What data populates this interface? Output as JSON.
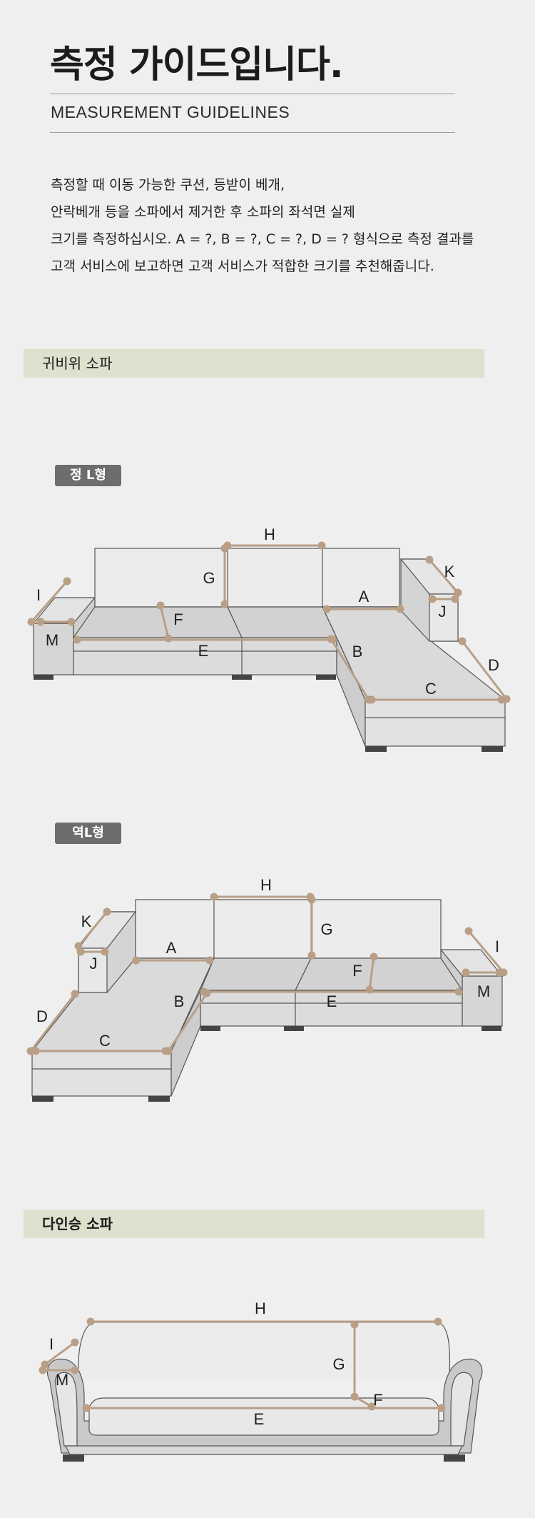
{
  "header": {
    "title": "측정 가이드입니다.",
    "subtitle": "MEASUREMENT GUIDELINES"
  },
  "intro": {
    "lines": [
      "측정할 때 이동 가능한 쿠션, 등받이 베개,",
      "안락베개 등을 소파에서 제거한 후 소파의 좌석면 실제",
      "크기를 측정하십시오. A = ?, B = ?, C = ?, D = ? 형식으로 측정 결과를",
      "고객 서비스에 보고하면 고객 서비스가 적합한 크기를 추천해줍니다."
    ]
  },
  "sections": {
    "corner_sofa": {
      "heading": "귀비위 소파",
      "variants": [
        {
          "badge": "정 L형",
          "labels": [
            "H",
            "G",
            "A",
            "K",
            "J",
            "I",
            "M",
            "F",
            "E",
            "B",
            "C",
            "D"
          ]
        },
        {
          "badge": "역L형",
          "labels": [
            "H",
            "G",
            "K",
            "J",
            "A",
            "I",
            "F",
            "M",
            "E",
            "B",
            "D",
            "C"
          ]
        }
      ]
    },
    "multi_seat_sofa": {
      "heading": "다인승 소파",
      "labels": [
        "H",
        "I",
        "M",
        "G",
        "F",
        "E"
      ]
    }
  },
  "colors": {
    "background": "#efefef",
    "section_band": "#dfe0cd",
    "badge": "#6d6d6d",
    "measure_line": "#b89f86",
    "sofa_outline": "#555555"
  }
}
